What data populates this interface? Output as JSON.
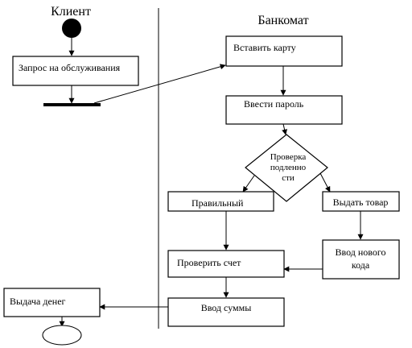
{
  "lanes": {
    "client": "Клиент",
    "atm": "Банкомат"
  },
  "nodes": {
    "request": "Запрос на обслуживания",
    "insert_card": "Вставить карту",
    "enter_password": "Ввести пароль",
    "check": [
      "Проверка",
      "подленно",
      "сти"
    ],
    "correct": "Правильный",
    "issue_goods": "Выдать товар",
    "new_code": [
      "Ввод нового",
      "кода"
    ],
    "check_account": "Проверить счет",
    "enter_amount": "Ввод суммы",
    "cash_out": "Выдача денег"
  }
}
